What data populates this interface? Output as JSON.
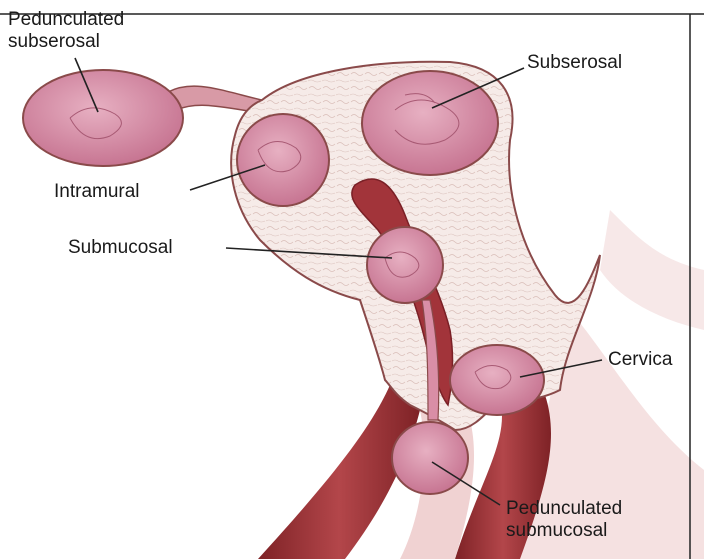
{
  "labels": {
    "pedunculated_subserosal_line1": "Pedunculated",
    "pedunculated_subserosal_line2": "subserosal",
    "subserosal": "Subserosal",
    "intramural": "Intramural",
    "submucosal": "Submucosal",
    "cervical": "Cervica",
    "pedunculated_submucosal_line1": "Pedunculated",
    "pedunculated_submucosal_line2": "submucosal"
  },
  "colors": {
    "wall": "#f4e7e4",
    "wall_edge": "#8a4a4a",
    "fibroid": "#d98ea6",
    "fibroid_dark": "#c1708c",
    "cavity": "#9e2f34",
    "canal": "#a8383c",
    "background_tissue": "#f3dada"
  }
}
